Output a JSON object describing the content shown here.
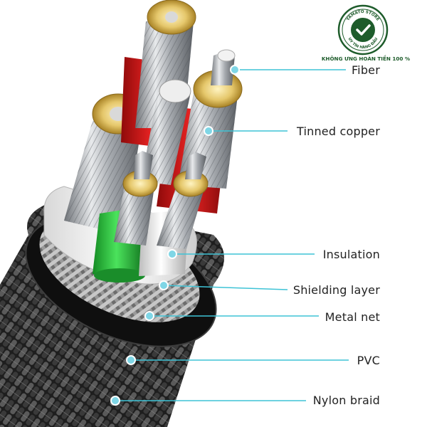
{
  "badge": {
    "store_name": "YAMATO STORE",
    "tagline": "UY TÍN HÀNG ĐẦU",
    "caption": "KHÔNG ƯNG HOÀN TIỀN 100 %",
    "color": "#1e5c2b"
  },
  "layers": [
    {
      "id": "fiber",
      "label": "Fiber"
    },
    {
      "id": "tinned-copper",
      "label": "Tinned copper"
    },
    {
      "id": "insulation",
      "label": "Insulation"
    },
    {
      "id": "shielding-layer",
      "label": "Shielding layer"
    },
    {
      "id": "metal-net",
      "label": "Metal net"
    },
    {
      "id": "pvc",
      "label": "PVC"
    },
    {
      "id": "nylon-braid",
      "label": "Nylon braid"
    }
  ],
  "colors": {
    "callout_line": "#3ec3d6",
    "callout_dot": "#7fd6e6",
    "copper": "#c9a24a",
    "red_insulation": "#d01818",
    "green_insulation": "#26c23a",
    "white_insulation": "#e6e6e6",
    "braid": "#2a2a2a"
  }
}
